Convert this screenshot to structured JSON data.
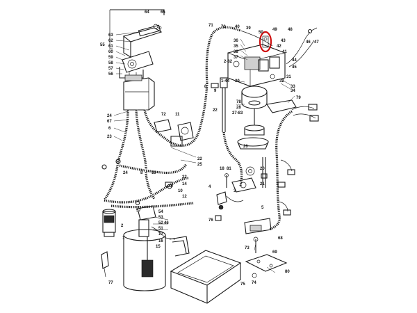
{
  "callouts": {
    "c64": "64",
    "c65": "65",
    "c63": "63",
    "c62": "62",
    "c61": "61",
    "c60": "60",
    "c55": "55",
    "c59": "59",
    "c58": "58",
    "c57": "57",
    "c56": "56",
    "c24a": "24",
    "c67": "67",
    "c6": "6",
    "c23": "23",
    "c24b": "24",
    "c10a": "10",
    "c8a": "8",
    "c72": "72",
    "c11": "11",
    "c22a": "22",
    "c25": "25",
    "c71": "71",
    "c70": "70",
    "c40": "40",
    "c39": "39",
    "c50": "50",
    "c49": "49",
    "c48": "48",
    "c46": "46",
    "c47": "47",
    "c43": "43",
    "c42": "42",
    "c41": "41",
    "c44": "44",
    "c45": "45",
    "c36": "36",
    "c35": "35",
    "c38": "38",
    "c37": "37",
    "c282": "2-82",
    "c32": "32",
    "c33": "33",
    "c34": "34",
    "c144": "1-44",
    "c30": "30",
    "c31": "31",
    "c8b": "8",
    "c9": "9",
    "c22b": "22",
    "c78": "78",
    "c28": "28",
    "c2783": "27-83",
    "c79": "79",
    "c26": "26",
    "c18": "18",
    "c81": "81",
    "c22c": "22",
    "c14": "14",
    "c10b": "10",
    "c12": "12",
    "c20": "20",
    "c21": "21",
    "c3": "3",
    "c4": "4",
    "c76": "76",
    "c5": "5",
    "c57b": "57",
    "c2": "2",
    "c1": "1",
    "c54": "54",
    "c53": "53",
    "c52": "52",
    "c51": "51",
    "c46b": "46",
    "c17": "17",
    "c16": "16",
    "c15": "15",
    "c73": "73",
    "c69": "69",
    "c68": "68",
    "c77": "77",
    "c75": "75",
    "c74": "74",
    "c80": "80"
  },
  "colors": {
    "line": "#1a1a1a",
    "highlight": "#d01010",
    "background": "#ffffff"
  }
}
